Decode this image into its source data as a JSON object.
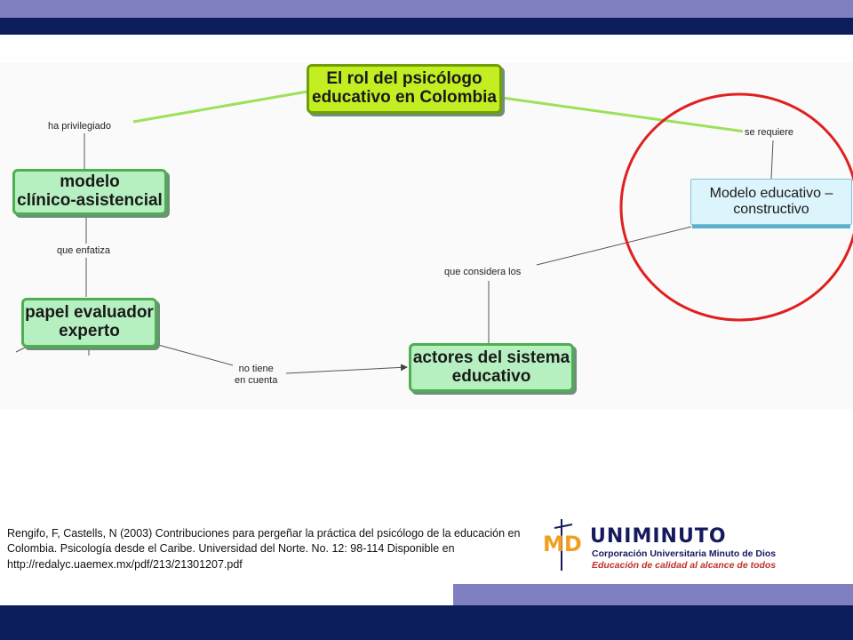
{
  "diagram": {
    "title": "El rol del psicólogo\neducativo en Colombia",
    "nodes": {
      "model": "modelo\nclínico-asistencial",
      "papel": "papel evaluador\nexperto",
      "actores": "actores del sistema\neducativo",
      "educativo": "Modelo educativo –\nconstructivo"
    },
    "links": {
      "privilegiado": "ha privilegiado",
      "requiere": "se requiere",
      "enfatiza": "que enfatiza",
      "considera": "que considera los",
      "notiene": "no tiene\nen cuenta"
    },
    "highlight_color": "#e02020"
  },
  "citation": "Rengifo, F, Castells, N (2003) Contribuciones para pergeñar la práctica del psicólogo de la educación en Colombia. Psicología desde el Caribe. Universidad del Norte. No. 12: 98-114  Disponible en http://redalyc.uaemex.mx/pdf/213/21301207.pdf",
  "logo": {
    "mark": "MD",
    "name": "UNIMINUTO",
    "line1": "Corporación Universitaria Minuto de Dios",
    "line2": "Educación de calidad al alcance de todos"
  },
  "colors": {
    "navy": "#0c1d5c",
    "lavender": "#8080c0",
    "node_green": "#b6f0c0",
    "title_green": "#c2ee22"
  }
}
